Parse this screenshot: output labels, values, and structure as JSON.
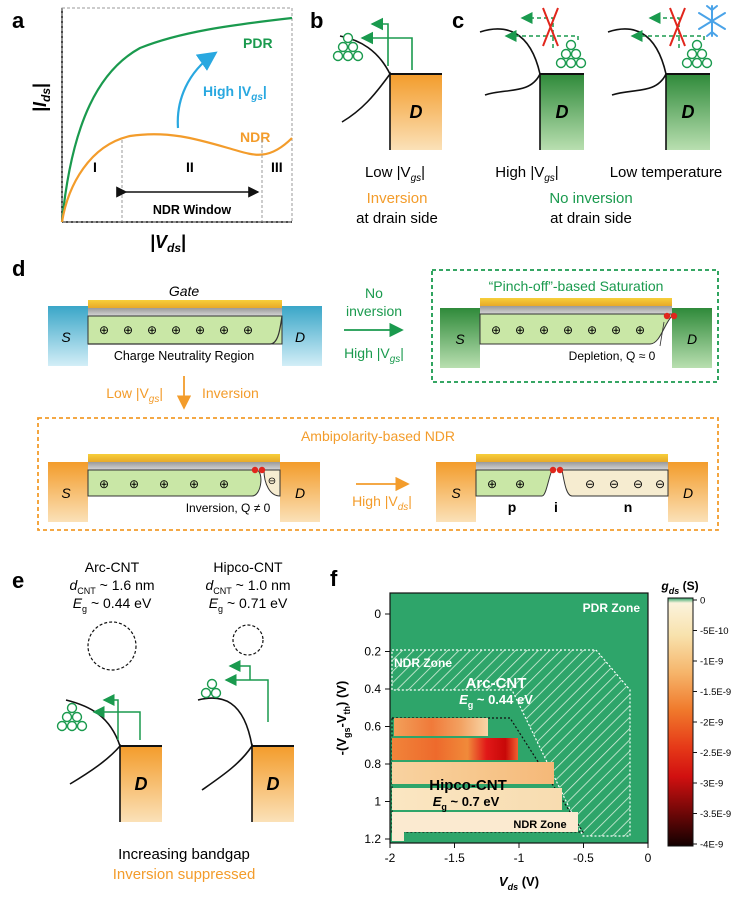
{
  "colors": {
    "green": "#1a9a4e",
    "orange": "#f39c2b",
    "blue": "#29a8e0",
    "gold": "#f2c12e",
    "dgreen": "#2f8a3a",
    "teal": "#3aa6c8",
    "red": "#e1261c",
    "hm_green": "#2ea56a"
  },
  "panel_a": {
    "label": "a",
    "ylabel": "|I",
    "ysub": "ds",
    "ybar": "|",
    "xlabel": "|V",
    "xsub": "ds",
    "xbar": "|",
    "pdr": "PDR",
    "ndr": "NDR",
    "high_vgs": "High |V",
    "high_vgs_sub": "gs",
    "high_vgs_end": "|",
    "region1": "I",
    "region2": "II",
    "region3": "III",
    "window": "NDR Window"
  },
  "panel_b": {
    "label": "b",
    "D": "D",
    "cond": "Low |V",
    "cond_sub": "gs",
    "cond_end": "|",
    "result1": "Inversion",
    "result2": "at drain side"
  },
  "panel_c": {
    "label": "c",
    "D1": "D",
    "D2": "D",
    "cond1": "High |V",
    "cond1_sub": "gs",
    "cond1_end": "|",
    "cond2": "Low temperature",
    "result1": "No inversion",
    "result2": "at drain side"
  },
  "panel_d": {
    "label": "d",
    "gate": "Gate",
    "S": "S",
    "D": "D",
    "charge": "Charge Neutrality Region",
    "no_inv1": "No",
    "no_inv2": "inversion",
    "high_vgs": "High |V",
    "high_vgs_sub": "gs",
    "high_vgs_end": "|",
    "pinch_title": "“Pinch-off”-based Saturation",
    "S2": "S",
    "D2": "D",
    "depletion": "Depletion, Q ≈ 0",
    "low_vgs": "Low |V",
    "low_vgs_sub": "gs",
    "low_vgs_end": "|",
    "inversion": "Inversion",
    "ambi_title": "Ambipolarity-based NDR",
    "S3": "S",
    "D3": "D",
    "inv_q": "Inversion, Q ≠ 0",
    "high_vds": "High |V",
    "high_vds_sub": "ds",
    "high_vds_end": "|",
    "S4": "S",
    "D4": "D",
    "p": "p",
    "i": "i",
    "n": "n"
  },
  "panel_e": {
    "label": "e",
    "arc": "Arc-CNT",
    "arc_d": "d",
    "arc_d_sub": "CNT",
    "arc_d_val": " ~ 1.6 nm",
    "arc_e": "E",
    "arc_e_sub": "g",
    "arc_e_val": " ~ 0.44 eV",
    "hip": "Hipco-CNT",
    "hip_d": "d",
    "hip_d_sub": "CNT",
    "hip_d_val": " ~ 1.0 nm",
    "hip_e": "E",
    "hip_e_sub": "g",
    "hip_e_val": " ~ 0.71 eV",
    "D1": "D",
    "D2": "D",
    "bottom1": "Increasing bandgap",
    "bottom2": "Inversion suppressed"
  },
  "panel_f": {
    "label": "f",
    "pdr_zone": "PDR Zone",
    "ndr_zone": "NDR Zone",
    "ndr_zone2": "NDR Zone",
    "arc": "Arc-CNT",
    "arc_e": "E",
    "arc_e_sub": "g",
    "arc_e_val": " ~ 0.44 eV",
    "hip": "Hipco-CNT",
    "hip_e": "E",
    "hip_e_sub": "g",
    "hip_e_val": " ~ 0.7 eV",
    "xlabel": "V",
    "xsub": "ds",
    "xunit": " (V)",
    "ylabel": "-(V",
    "ysub": "gs",
    "ymid": "-V",
    "ysub2": "th",
    "yend": ") (V)",
    "xticks": [
      "-2",
      "-1.5",
      "-1",
      "-0.5",
      "0"
    ],
    "yticks": [
      "0",
      "0.2",
      "0.4",
      "0.6",
      "0.8",
      "1",
      "1.2"
    ],
    "cb_title": "g",
    "cb_sub": "ds",
    "cb_unit": " (S)",
    "cb_ticks": [
      "0",
      "-5E-10",
      "-1E-9",
      "-1.5E-9",
      "-2E-9",
      "-2.5E-9",
      "-3E-9",
      "-3.5E-9",
      "-4E-9"
    ]
  }
}
